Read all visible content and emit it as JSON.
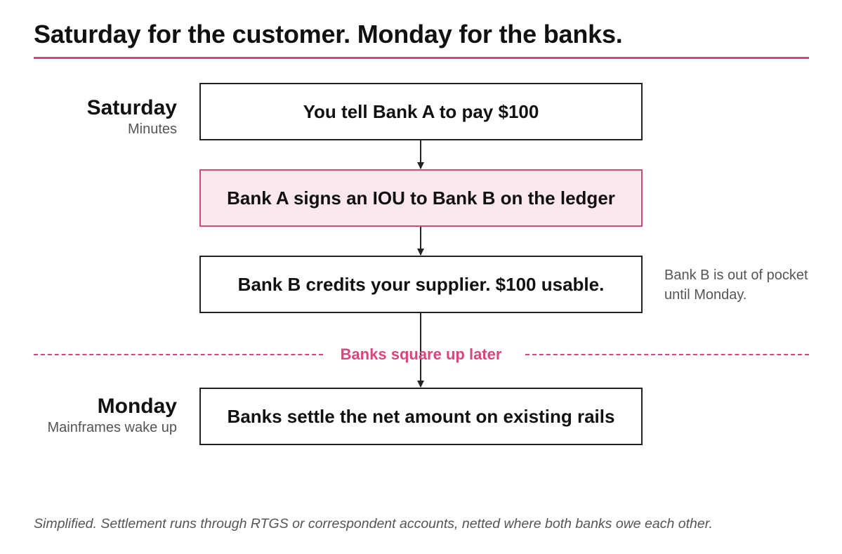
{
  "title": "Saturday for the customer. Monday for the banks.",
  "lanes": {
    "saturday": {
      "day": "Saturday",
      "sub": "Minutes"
    },
    "monday": {
      "day": "Monday",
      "sub": "Mainframes wake up"
    }
  },
  "steps": [
    {
      "text": "You tell Bank A to pay $100"
    },
    {
      "text": "Bank A signs an IOU to Bank B on the ledger"
    },
    {
      "text": "Bank B credits your supplier. $100 usable."
    },
    {
      "text": "Banks settle the net amount on existing rails"
    }
  ],
  "side_note": "Bank B is out of pocket until Monday.",
  "divider_label": "Banks square up later",
  "footnote": "Simplified. Settlement runs through RTGS or correspondent accounts, netted where both banks owe each other.",
  "colors": {
    "accent": "#d9467e",
    "highlight_fill": "#fbe7ee",
    "text": "#111111",
    "muted": "#555555"
  }
}
